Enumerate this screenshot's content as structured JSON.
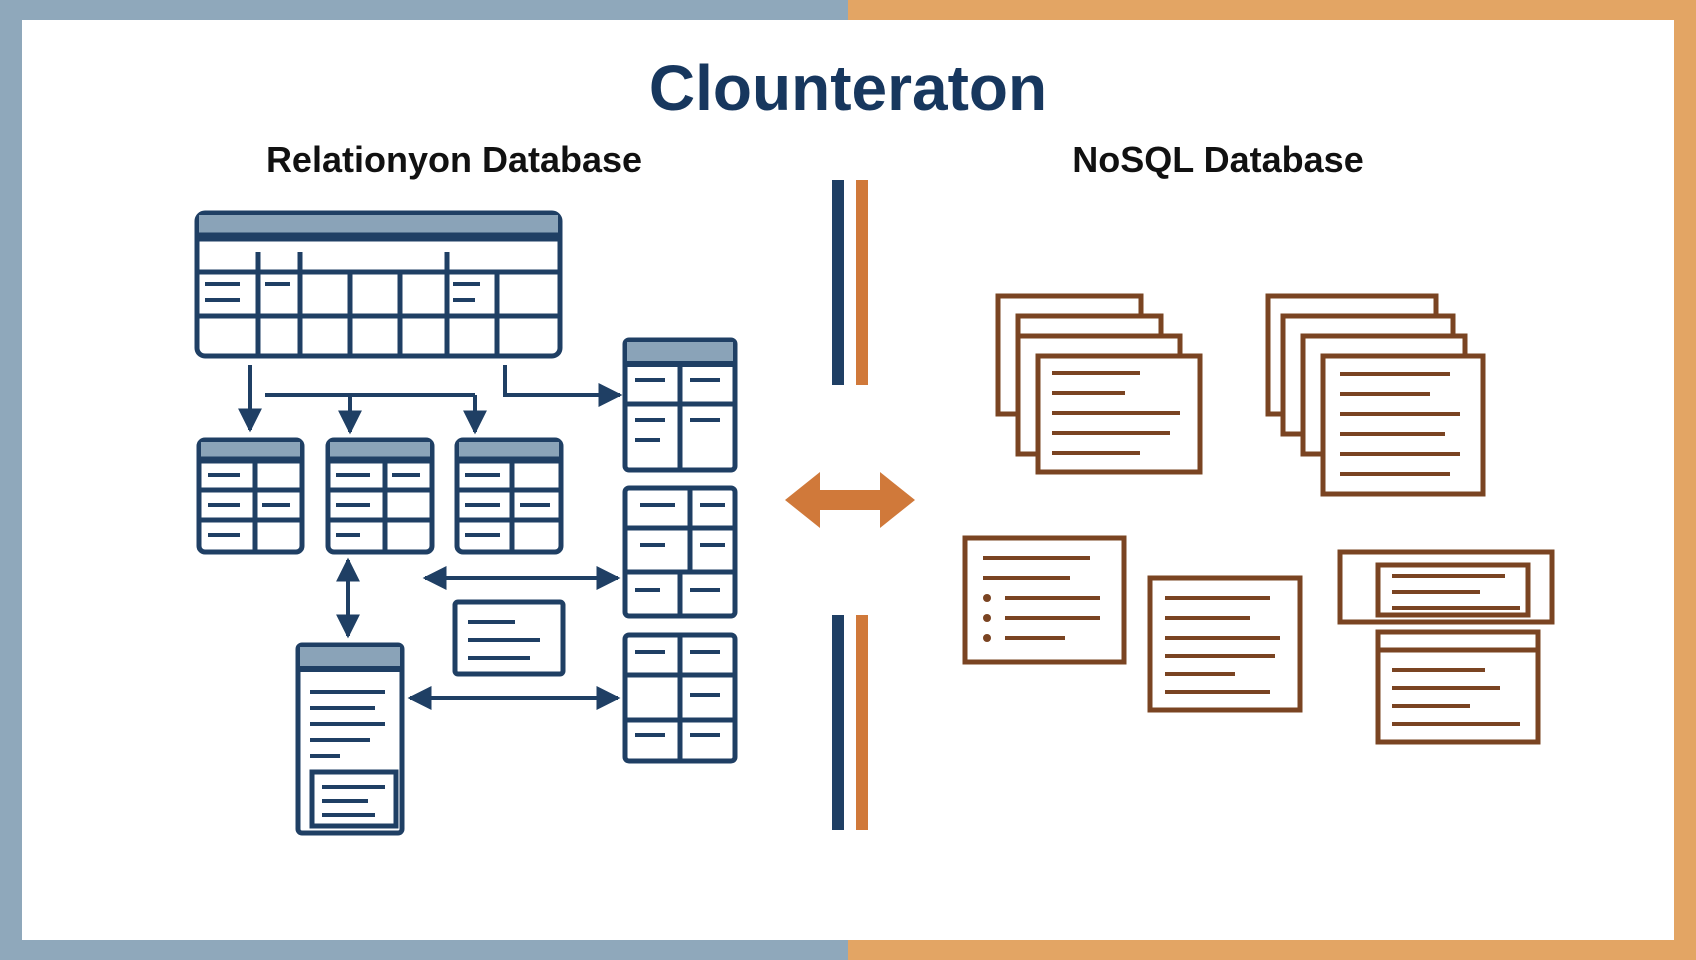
{
  "title": "Clounteraton",
  "left_section": {
    "heading": "Relationyon Database",
    "color": "#1f3f64",
    "header_fill": "#8aa3b8"
  },
  "right_section": {
    "heading": "NoSQL Database",
    "color": "#7a4422"
  },
  "frame_colors": {
    "left": "#8fa8bb",
    "right": "#e3a564"
  },
  "divider_colors": [
    "#1f3f64",
    "#d0793a"
  ],
  "exchange_arrow": {
    "icon": "double-arrow-icon",
    "color": "#d0793a"
  }
}
